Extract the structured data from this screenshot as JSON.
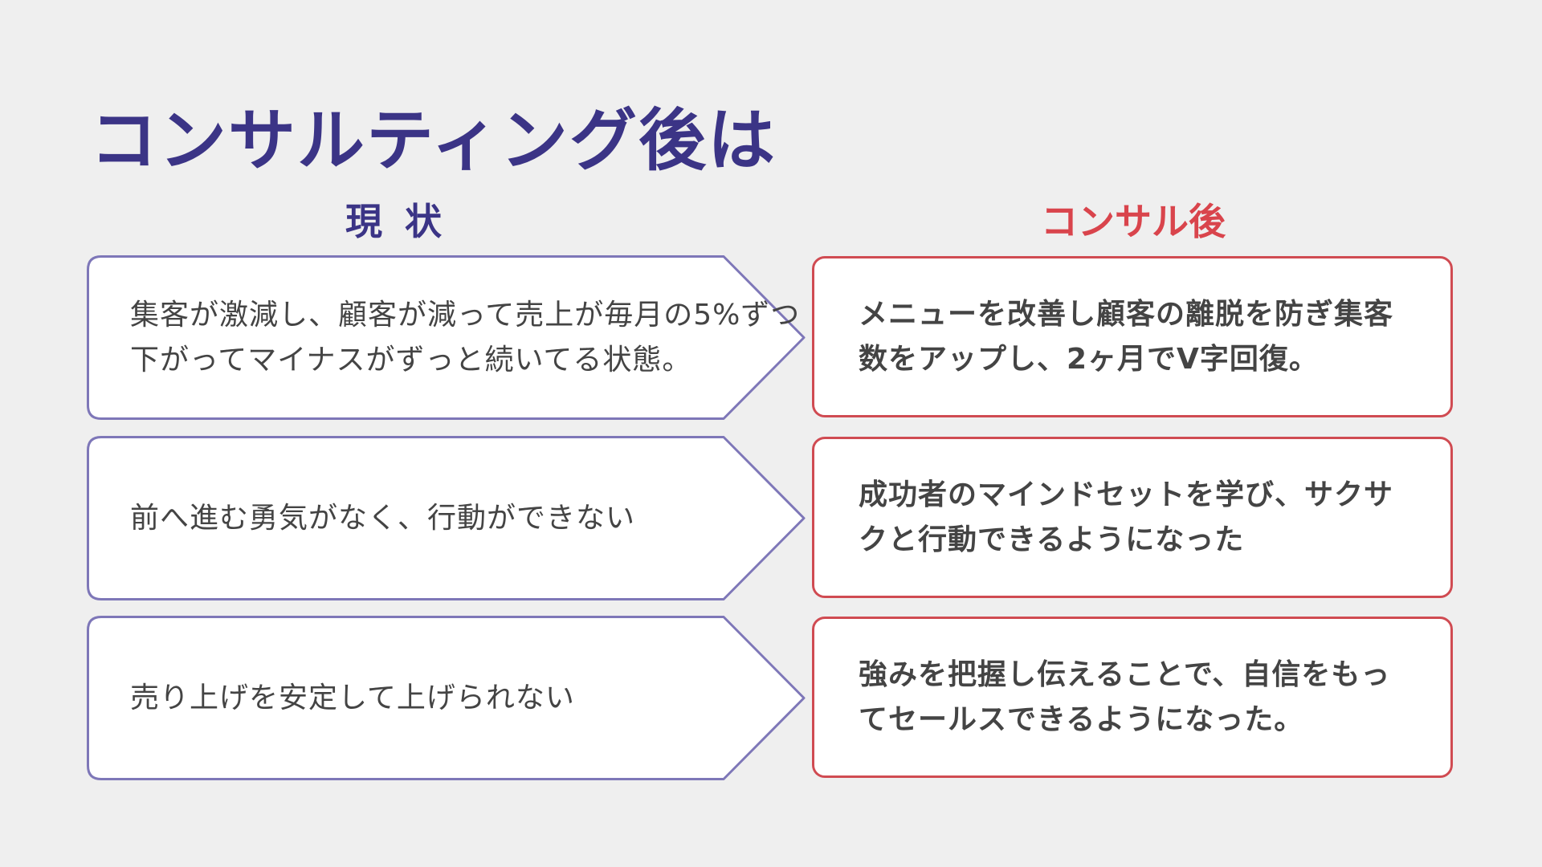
{
  "title": "コンサルティング後は",
  "headers": {
    "before": "現状",
    "after": "コンサル後"
  },
  "colors": {
    "title": "#3b3486",
    "before_border": "#7e77b8",
    "after_header": "#d9444c",
    "after_border": "#d04b52",
    "background": "#efefef"
  },
  "rows": [
    {
      "before": "集客が激減し、顧客が減って売上が毎月の5%ずつ下がってマイナスがずっと続いてる状態。",
      "after": "メニューを改善し顧客の離脱を防ぎ集客数をアップし、2ヶ月でV字回復。"
    },
    {
      "before": "前へ進む勇気がなく、行動ができない",
      "after": "成功者のマインドセットを学び、サクサクと行動できるようになった"
    },
    {
      "before": "売り上げを安定して上げられない",
      "after": "強みを把握し伝えることで、自信をもってセールスできるようになった。"
    }
  ]
}
